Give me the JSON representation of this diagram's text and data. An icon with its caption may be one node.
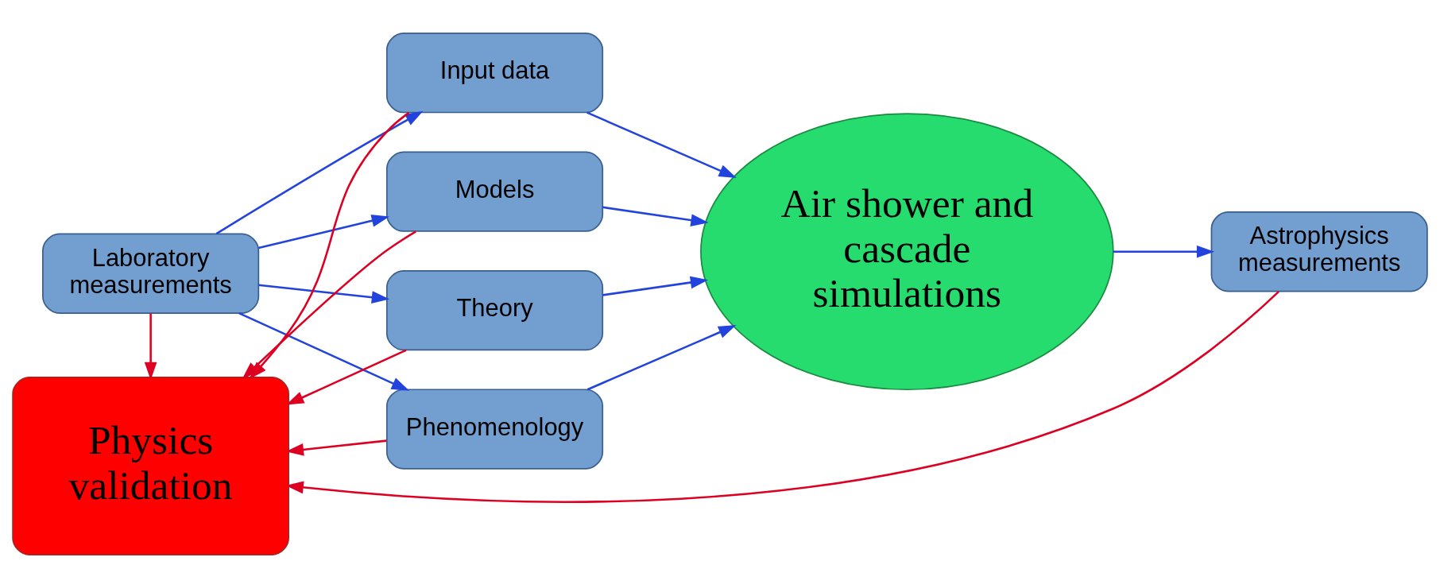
{
  "diagram": {
    "nodes": [
      {
        "text": [
          "Laboratory measurements"
        ]
      },
      {
        "text": [
          "Input data"
        ]
      },
      {
        "text": [
          "Models"
        ]
      },
      {
        "text": [
          "Theory"
        ]
      },
      {
        "text": [
          "Phenomenology"
        ]
      },
      {
        "text": [
          "Air shower and cascade simulations"
        ]
      },
      {
        "text": [
          "Astrophysics measurements"
        ]
      },
      {
        "text": [
          "Physics validation"
        ]
      }
    ],
    "edges": [
      {
        "from": 0,
        "to": 1,
        "arrow": "to"
      },
      {
        "from": 0,
        "to": 2,
        "arrow": "to"
      },
      {
        "from": 0,
        "to": 3,
        "arrow": "to"
      },
      {
        "from": 0,
        "to": 4,
        "arrow": "to"
      },
      {
        "from": 1,
        "to": 5,
        "arrow": "to"
      },
      {
        "from": 2,
        "to": 5,
        "arrow": "to"
      },
      {
        "from": 3,
        "to": 5,
        "arrow": "to"
      },
      {
        "from": 4,
        "to": 5,
        "arrow": "to"
      },
      {
        "from": 5,
        "to": 6,
        "arrow": "to"
      },
      {
        "from": 0,
        "to": 7,
        "arrow": "to",
        "color": "#dd0022"
      },
      {
        "from": 1,
        "to": 7,
        "arrow": "to",
        "color": "#dd0022"
      },
      {
        "from": 2,
        "to": 7,
        "arrow": "to",
        "color": "#dd0022"
      },
      {
        "from": 3,
        "to": 7,
        "arrow": "to",
        "color": "#dd0022"
      },
      {
        "from": 4,
        "to": 7,
        "arrow": "to",
        "color": "#dd0022"
      },
      {
        "from": 6,
        "to": 7,
        "arrow": "to",
        "color": "#dd0022"
      }
    ]
  }
}
